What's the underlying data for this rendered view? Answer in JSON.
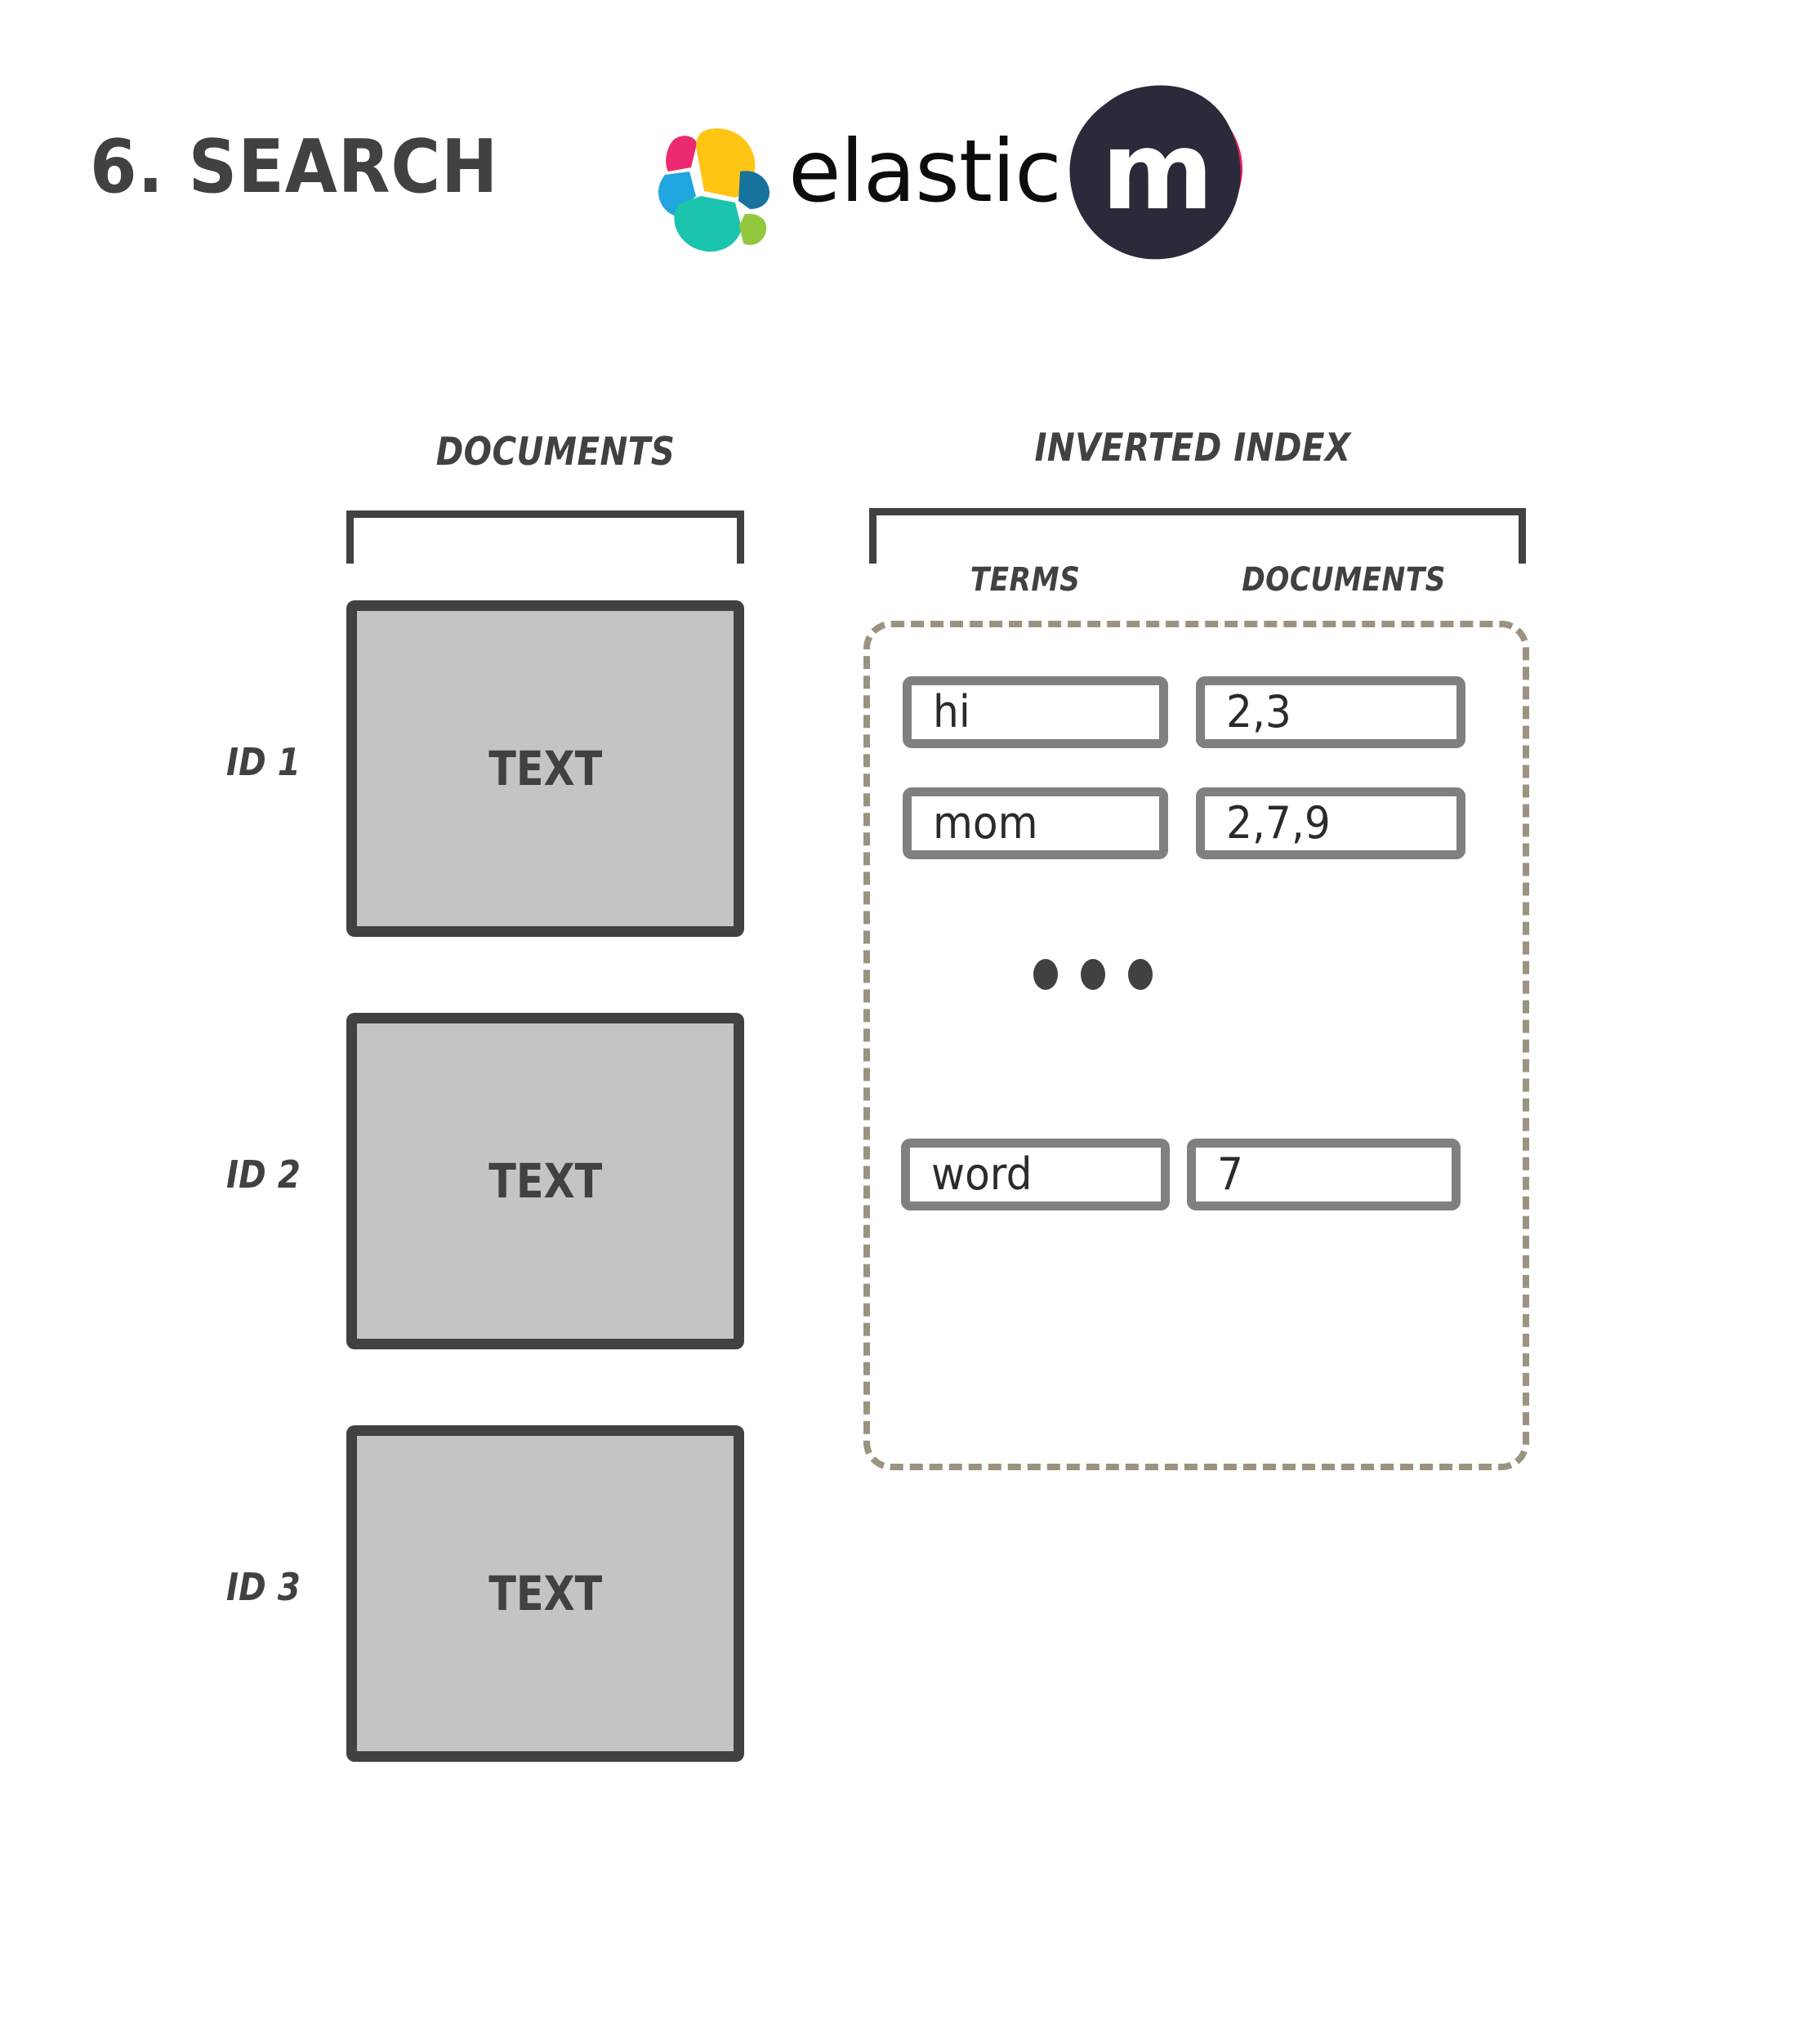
{
  "title": {
    "text": "6. SEARCH"
  },
  "brand": {
    "elastic_wordmark": "elastic",
    "elastic_logo_icon": "elastic-logo-icon",
    "m_badge_letter": "m",
    "m_badge_icon": "meetup-m-badge-icon",
    "colors": {
      "elastic_pink": "#ec2a72",
      "elastic_yellow": "#fec514",
      "elastic_blue": "#21a6df",
      "elastic_teal": "#1bc4ad",
      "elastic_dark_blue": "#17739c",
      "elastic_green": "#93c83e",
      "m_badge_pink": "#e8235c",
      "m_badge_dark": "#2b2a3a",
      "ink": "#414141",
      "doc_fill": "#c4c4c4",
      "cell_border": "#808080",
      "dashed_border": "#9b9280"
    }
  },
  "documents_column": {
    "heading": "DOCUMENTS",
    "rows": [
      {
        "id_label": "ID 1",
        "body_text": "TEXT"
      },
      {
        "id_label": "ID 2",
        "body_text": "TEXT"
      },
      {
        "id_label": "ID 3",
        "body_text": "TEXT"
      }
    ]
  },
  "inverted_index": {
    "heading": "INVERTED INDEX",
    "columns": {
      "terms": "TERMS",
      "documents": "DOCUMENTS"
    },
    "entries": [
      {
        "term": "hi",
        "documents": "2,3"
      },
      {
        "term": "mom",
        "documents": "2,7,9"
      },
      {
        "term": "word",
        "documents": "7"
      }
    ],
    "ellipsis": "•••"
  }
}
